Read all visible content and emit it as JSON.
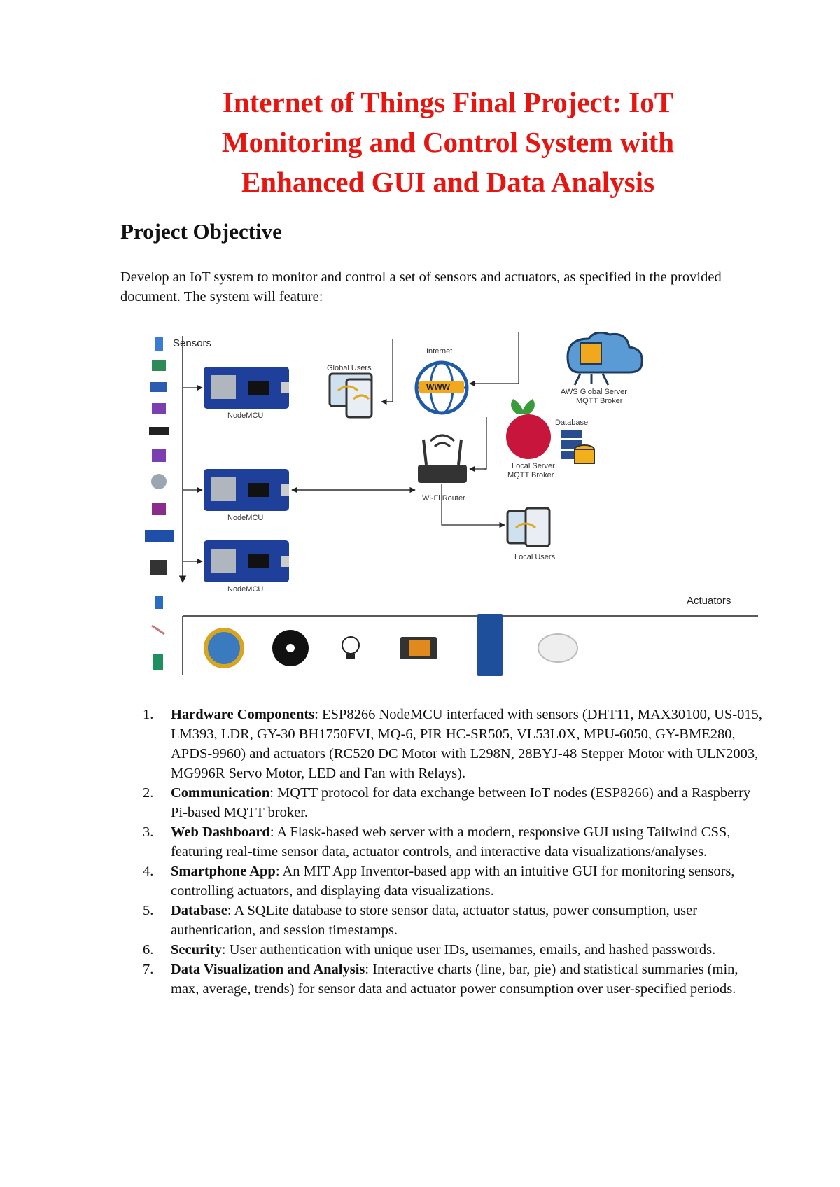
{
  "document": {
    "title_line1": "Internet of Things Final Project: IoT",
    "title_line2": "Monitoring and Control System with",
    "title_line3": "Enhanced GUI and Data Analysis",
    "section_heading": "Project Objective",
    "intro": "Develop an IoT system to monitor and control a set of sensors and actuators, as specified in the provided document. The system will feature:"
  },
  "diagram": {
    "sensors_label": "Sensors",
    "actuators_label": "Actuators",
    "nodemcu_1": "NodeMCU",
    "nodemcu_2": "NodeMCU",
    "nodemcu_3": "NodeMCU",
    "internet": "Internet",
    "www": "WWW",
    "global_users": "Global Users",
    "aws_line1": "AWS Global Server",
    "aws_line2": "MQTT Broker",
    "database": "Database",
    "local_server_line1": "Local Server",
    "local_server_line2": "MQTT Broker",
    "wifi_router": "Wi-Fi Router",
    "local_users": "Local Users"
  },
  "features": [
    {
      "num": "1.",
      "label": "Hardware Components",
      "text": ": ESP8266 NodeMCU interfaced with sensors (DHT11, MAX30100, US-015, LM393, LDR, GY-30 BH1750FVI, MQ-6, PIR HC-SR505, VL53L0X, MPU-6050, GY-BME280, APDS-9960) and actuators (RC520 DC Motor with L298N, 28BYJ-48 Stepper Motor with ULN2003, MG996R Servo Motor, LED and Fan with Relays)."
    },
    {
      "num": "2.",
      "label": "Communication",
      "text": ": MQTT protocol for data exchange between IoT nodes (ESP8266) and a Raspberry Pi-based MQTT broker."
    },
    {
      "num": "3.",
      "label": "Web Dashboard",
      "text": ": A Flask-based web server with a modern, responsive GUI using Tailwind CSS, featuring real-time sensor data, actuator controls, and interactive data visualizations/analyses."
    },
    {
      "num": "4.",
      "label": "Smartphone App",
      "text": ": An MIT App Inventor-based app with an intuitive GUI for monitoring sensors, controlling actuators, and displaying data visualizations."
    },
    {
      "num": "5.",
      "label": "Database",
      "text": ": A SQLite database to store sensor data, actuator status, power consumption, user authentication, and session timestamps."
    },
    {
      "num": "6.",
      "label": "Security",
      "text": ": User authentication with unique user IDs, usernames, emails, and hashed passwords."
    },
    {
      "num": "7.",
      "label": "Data Visualization and Analysis",
      "text": ": Interactive charts (line, bar, pie) and statistical summaries (min, max, average, trends) for sensor data and actuator power consumption over user-specified periods."
    }
  ]
}
